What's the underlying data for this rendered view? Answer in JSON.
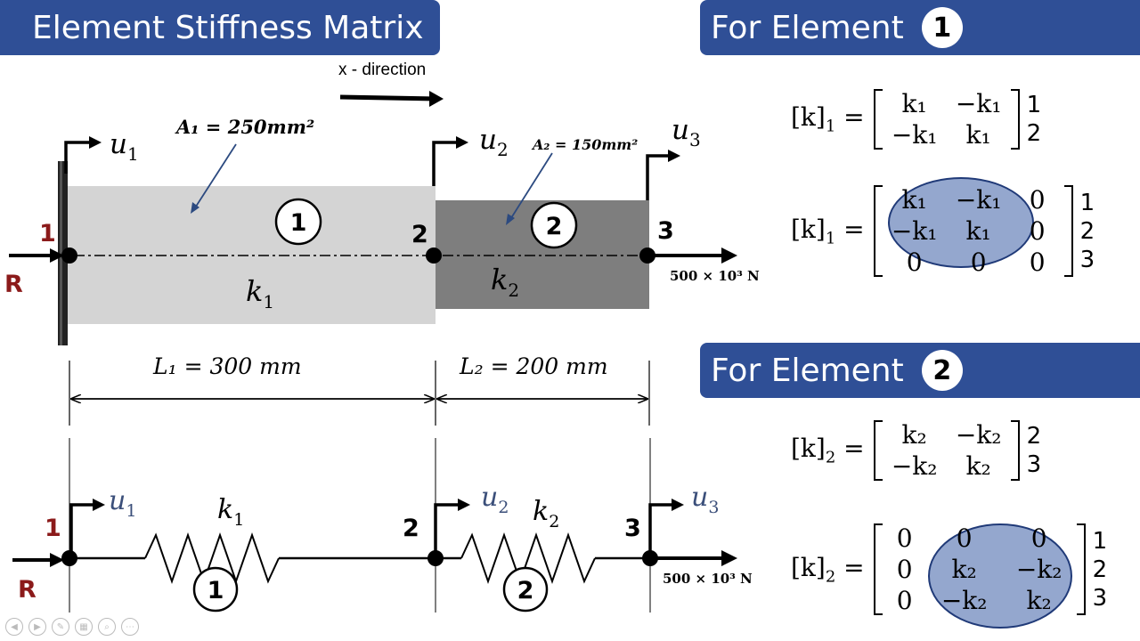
{
  "title": "Element Stiffness Matrix",
  "element1_header": {
    "label": "For Element",
    "number": "1"
  },
  "element2_header": {
    "label": "For Element",
    "number": "2"
  },
  "x_direction": "x - direction",
  "bar": {
    "area1": "A₁ = 250mm²",
    "area2": "A₂ = 150mm²",
    "element1": "1",
    "element2": "2",
    "k1": "k",
    "k2": "k",
    "k1_sub": "1",
    "k2_sub": "2",
    "node1": "1",
    "node2": "2",
    "node3": "3",
    "u1": "u",
    "u2": "u",
    "u3": "u",
    "u1_sub": "1",
    "u2_sub": "2",
    "u3_sub": "3",
    "reaction": "R",
    "load": "500 × 10³ N"
  },
  "dimensions": {
    "L1": "L₁ = 300 mm",
    "L2": "L₂ = 200 mm"
  },
  "spring": {
    "u1": "u",
    "u2": "u",
    "u3": "u",
    "u1_sub": "1",
    "u2_sub": "2",
    "u3_sub": "3",
    "k1": "k",
    "k2": "k",
    "k1_sub": "1",
    "k2_sub": "2",
    "node1": "1",
    "node2": "2",
    "node3": "3",
    "element1": "1",
    "element2": "2",
    "reaction": "R",
    "load": "500 × 10³ N"
  },
  "matrices": {
    "m1_local": {
      "lhs": "[k]",
      "lhs_sub": "1",
      "cells": [
        [
          "k₁",
          "−k₁"
        ],
        [
          "−k₁",
          "k₁"
        ]
      ],
      "dofs": [
        "1",
        "2"
      ]
    },
    "m1_global": {
      "lhs": "[k]",
      "lhs_sub": "1",
      "cells": [
        [
          "k₁",
          "−k₁",
          "0"
        ],
        [
          "−k₁",
          "k₁",
          "0"
        ],
        [
          "0",
          "0",
          "0"
        ]
      ],
      "dofs": [
        "1",
        "2",
        "3"
      ]
    },
    "m2_local": {
      "lhs": "[k]",
      "lhs_sub": "2",
      "cells": [
        [
          "k₂",
          "−k₂"
        ],
        [
          "−k₂",
          "k₂"
        ]
      ],
      "dofs": [
        "2",
        "3"
      ]
    },
    "m2_global": {
      "lhs": "[k]",
      "lhs_sub": "2",
      "cells": [
        [
          "0",
          "0",
          "0"
        ],
        [
          "0",
          "k₂",
          "−k₂"
        ],
        [
          "0",
          "−k₂",
          "k₂"
        ]
      ],
      "dofs": [
        "1",
        "2",
        "3"
      ]
    }
  },
  "colors": {
    "banner": "#2f4f96",
    "node_label_red": "#8b1a1a",
    "u_blue": "#3b4f7a",
    "highlight": "#5a78b4"
  }
}
